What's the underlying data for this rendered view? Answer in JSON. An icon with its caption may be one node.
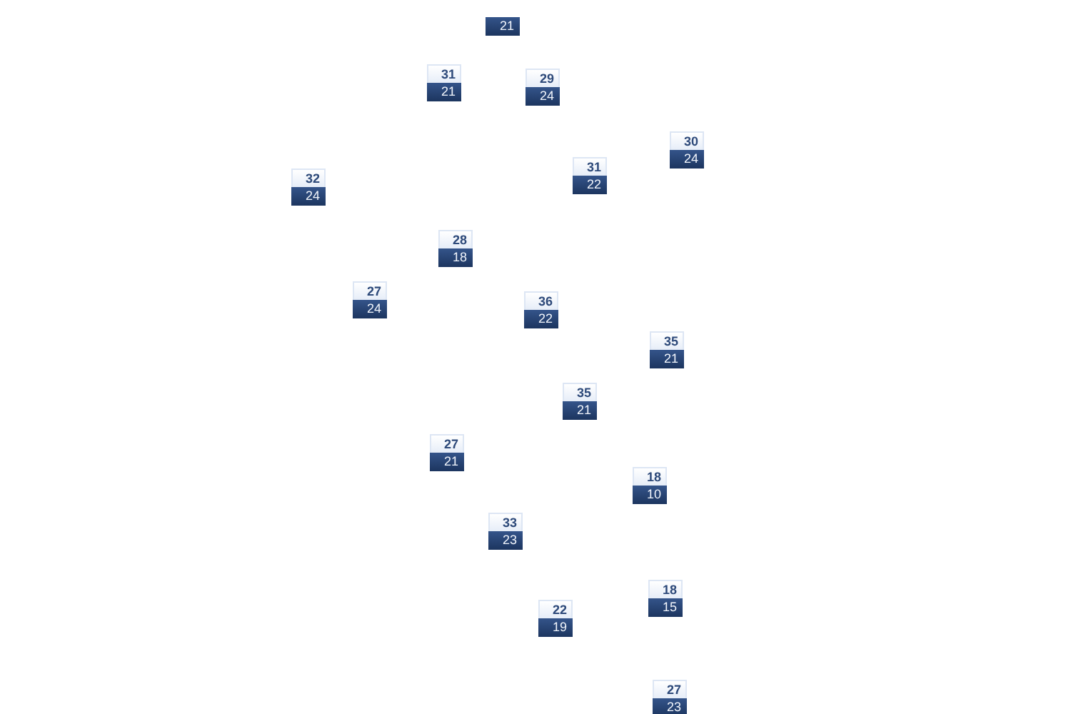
{
  "diagram": {
    "nodes": [
      {
        "text": [
          "21"
        ]
      },
      {
        "text": [
          "31",
          "21"
        ]
      },
      {
        "text": [
          "29",
          "24"
        ]
      },
      {
        "text": [
          "30",
          "24"
        ]
      },
      {
        "text": [
          "31",
          "22"
        ]
      },
      {
        "text": [
          "32",
          "24"
        ]
      },
      {
        "text": [
          "28",
          "18"
        ]
      },
      {
        "text": [
          "27",
          "24"
        ]
      },
      {
        "text": [
          "36",
          "22"
        ]
      },
      {
        "text": [
          "35",
          "21"
        ]
      },
      {
        "text": [
          "35",
          "21"
        ]
      },
      {
        "text": [
          "27",
          "21"
        ]
      },
      {
        "text": [
          "18",
          "10"
        ]
      },
      {
        "text": [
          "33",
          "23"
        ]
      },
      {
        "text": [
          "18",
          "15"
        ]
      },
      {
        "text": [
          "22",
          "19"
        ]
      },
      {
        "text": [
          "27",
          "23"
        ]
      }
    ]
  }
}
